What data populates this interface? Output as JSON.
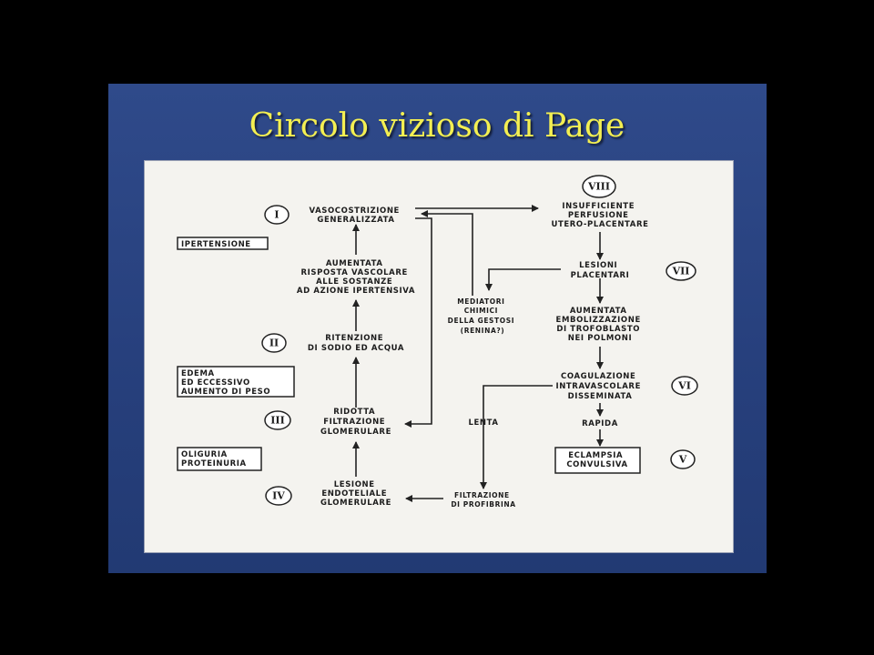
{
  "title": "Circolo vizioso di Page",
  "nodes": {
    "vasocostrizione": [
      "VASOCOSTRIZIONE",
      "GENERALIZZATA"
    ],
    "aumentata_risposta": [
      "AUMENTATA",
      "RISPOSTA VASCOLARE",
      "ALLE SOSTANZE",
      "AD AZIONE IPERTENSIVA"
    ],
    "ritenzione": [
      "RITENZIONE",
      "DI SODIO ED ACQUA"
    ],
    "ridotta_filtrazione": [
      "RIDOTTA",
      "FILTRAZIONE",
      "GLOMERULARE"
    ],
    "lesione_endoteliale": [
      "LESIONE",
      "ENDOTELIALE",
      "GLOMERULARE"
    ],
    "mediatori": [
      "MEDIATORI",
      "CHIMICI",
      "DELLA GESTOSI",
      "(RENINA?)"
    ],
    "lenta": [
      "LENTA"
    ],
    "filtrazione_profibrina": [
      "FILTRAZIONE",
      "DI PROFIBRINA"
    ],
    "insufficiente_perfusione": [
      "INSUFFICIENTE",
      "PERFUSIONE",
      "UTERO-PLACENTARE"
    ],
    "lesioni_placentari": [
      "LESIONI",
      "PLACENTARI"
    ],
    "aumentata_embolizzazione": [
      "AUMENTATA",
      "EMBOLIZZAZIONE",
      "DI TROFOBLASTO",
      "NEI POLMONI"
    ],
    "coagulazione": [
      "COAGULAZIONE",
      "INTRAVASCOLARE",
      "DISSEMINATA"
    ],
    "rapida": [
      "RAPIDA"
    ]
  },
  "boxes": {
    "ipertensione": [
      "IPERTENSIONE"
    ],
    "edema": [
      "EDEMA",
      "ED ECCESSIVO",
      "AUMENTO DI PESO"
    ],
    "oliguria": [
      "OLIGURIA",
      "PROTEINURIA"
    ],
    "eclampsia": [
      "ECLAMPSIA",
      "CONVULSIVA"
    ]
  },
  "numerals": {
    "i": "I",
    "ii": "II",
    "iii": "III",
    "iv": "IV",
    "v": "V",
    "vi": "VI",
    "vii": "VII",
    "viii": "VIII"
  }
}
